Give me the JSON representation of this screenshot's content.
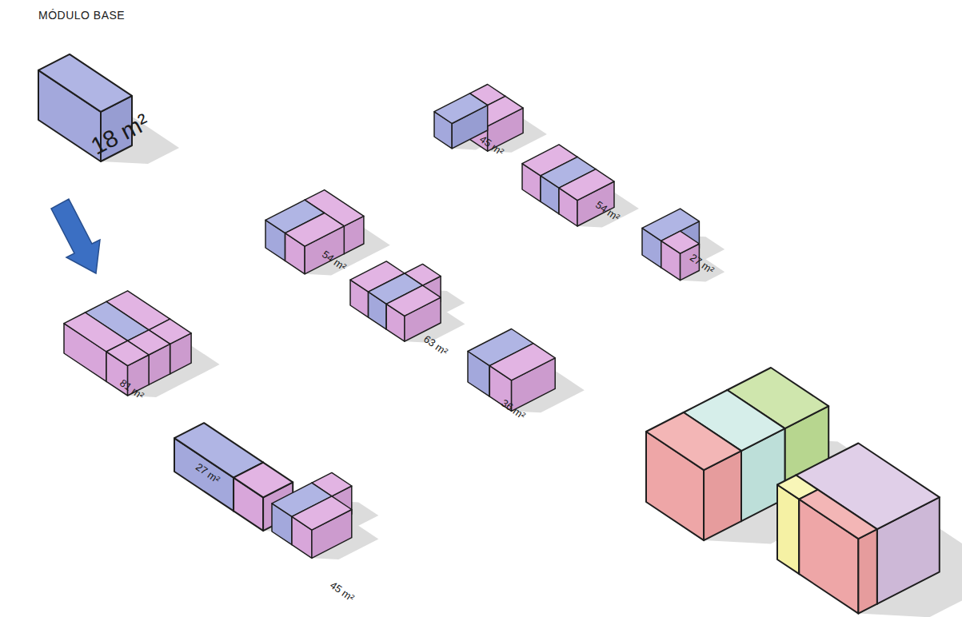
{
  "diagram": {
    "labels": [
      "MÓDULO BASE",
      "18 m²",
      "45 m²",
      "54 m²",
      "27 m²",
      "54 m²",
      "63 m²",
      "81 m²",
      "36 m²",
      "27 m²",
      "45 m²"
    ]
  }
}
